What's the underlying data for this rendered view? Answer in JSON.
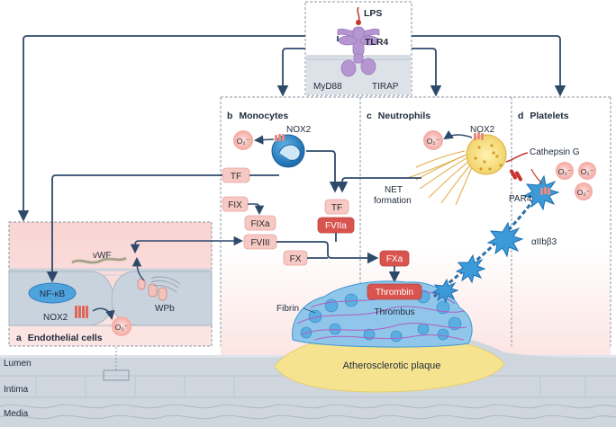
{
  "receptor": {
    "ligand": "LPS",
    "receptor": "TLR4",
    "adaptor1": "MyD88",
    "adaptor2": "TIRAP"
  },
  "panels": {
    "a": {
      "letter": "a",
      "title": "Endothelial cells"
    },
    "b": {
      "letter": "b",
      "title": "Monocytes"
    },
    "c": {
      "letter": "c",
      "title": "Neutrophils"
    },
    "d": {
      "letter": "d",
      "title": "Platelets"
    }
  },
  "endothelial": {
    "nfkb": "NF-κB",
    "nox2": "NOX2",
    "superoxide": "O₂⁻",
    "vwf": "vWF",
    "wpb": "WPb"
  },
  "monocytes": {
    "nox2": "NOX2",
    "superoxide": "O₂⁻",
    "tf": "TF",
    "fix": "FIX",
    "fixa": "FIXa",
    "fviii": "FVIII",
    "tf2": "TF",
    "fviia": "FVIIa",
    "fx": "FX",
    "fxa": "FXa"
  },
  "neutrophils": {
    "nox2": "NOX2",
    "superoxide": "O₂⁻",
    "net_line1": "NET",
    "net_line2": "formation",
    "cathepsin": "Cathepsin G"
  },
  "platelets": {
    "par4": "PAR4",
    "integrin": "αIIbβ3",
    "superoxide": "O₂⁻"
  },
  "thrombus": {
    "fibrin": "Fibrin",
    "thrombin": "Thrombin",
    "thrombus": "Thrombus"
  },
  "vessel": {
    "plaque": "Atherosclerotic plaque",
    "layer1": "Lumen",
    "layer2": "Intima",
    "layer3": "Media"
  },
  "colors": {
    "arrow": "#2e4a6b",
    "pink_pill": "#f6c9c4",
    "red_pill": "#d9534f",
    "cell_blue": "#2f8fd0",
    "plaque": "#f5e08a"
  }
}
